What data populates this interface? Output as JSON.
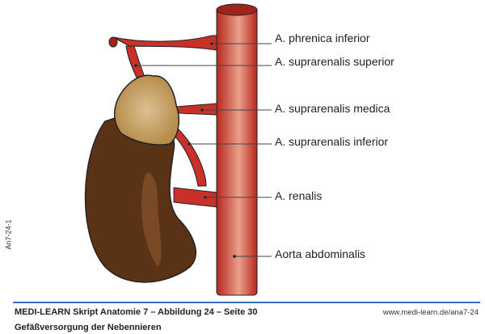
{
  "labels": [
    "A. phrenica inferior",
    "A. suprarenalis superior",
    "A. suprarenalis medica",
    "A. suprarenalis inferior",
    "A. renalis",
    "Aorta abdominalis"
  ],
  "footer": {
    "title": "MEDI-LEARN Skript Anatomie 7 – Abbildung 24 – Seite 30",
    "subtitle": "Gefäßversorgung der Nebennieren",
    "url": "www.medi-learn.de/ana7-24"
  },
  "side_code": "An7-24-1",
  "colors": {
    "artery": "#c9302a",
    "kidney": "#5a3317",
    "adrenal": "#c9a266",
    "rule": "#3c6fb0"
  }
}
